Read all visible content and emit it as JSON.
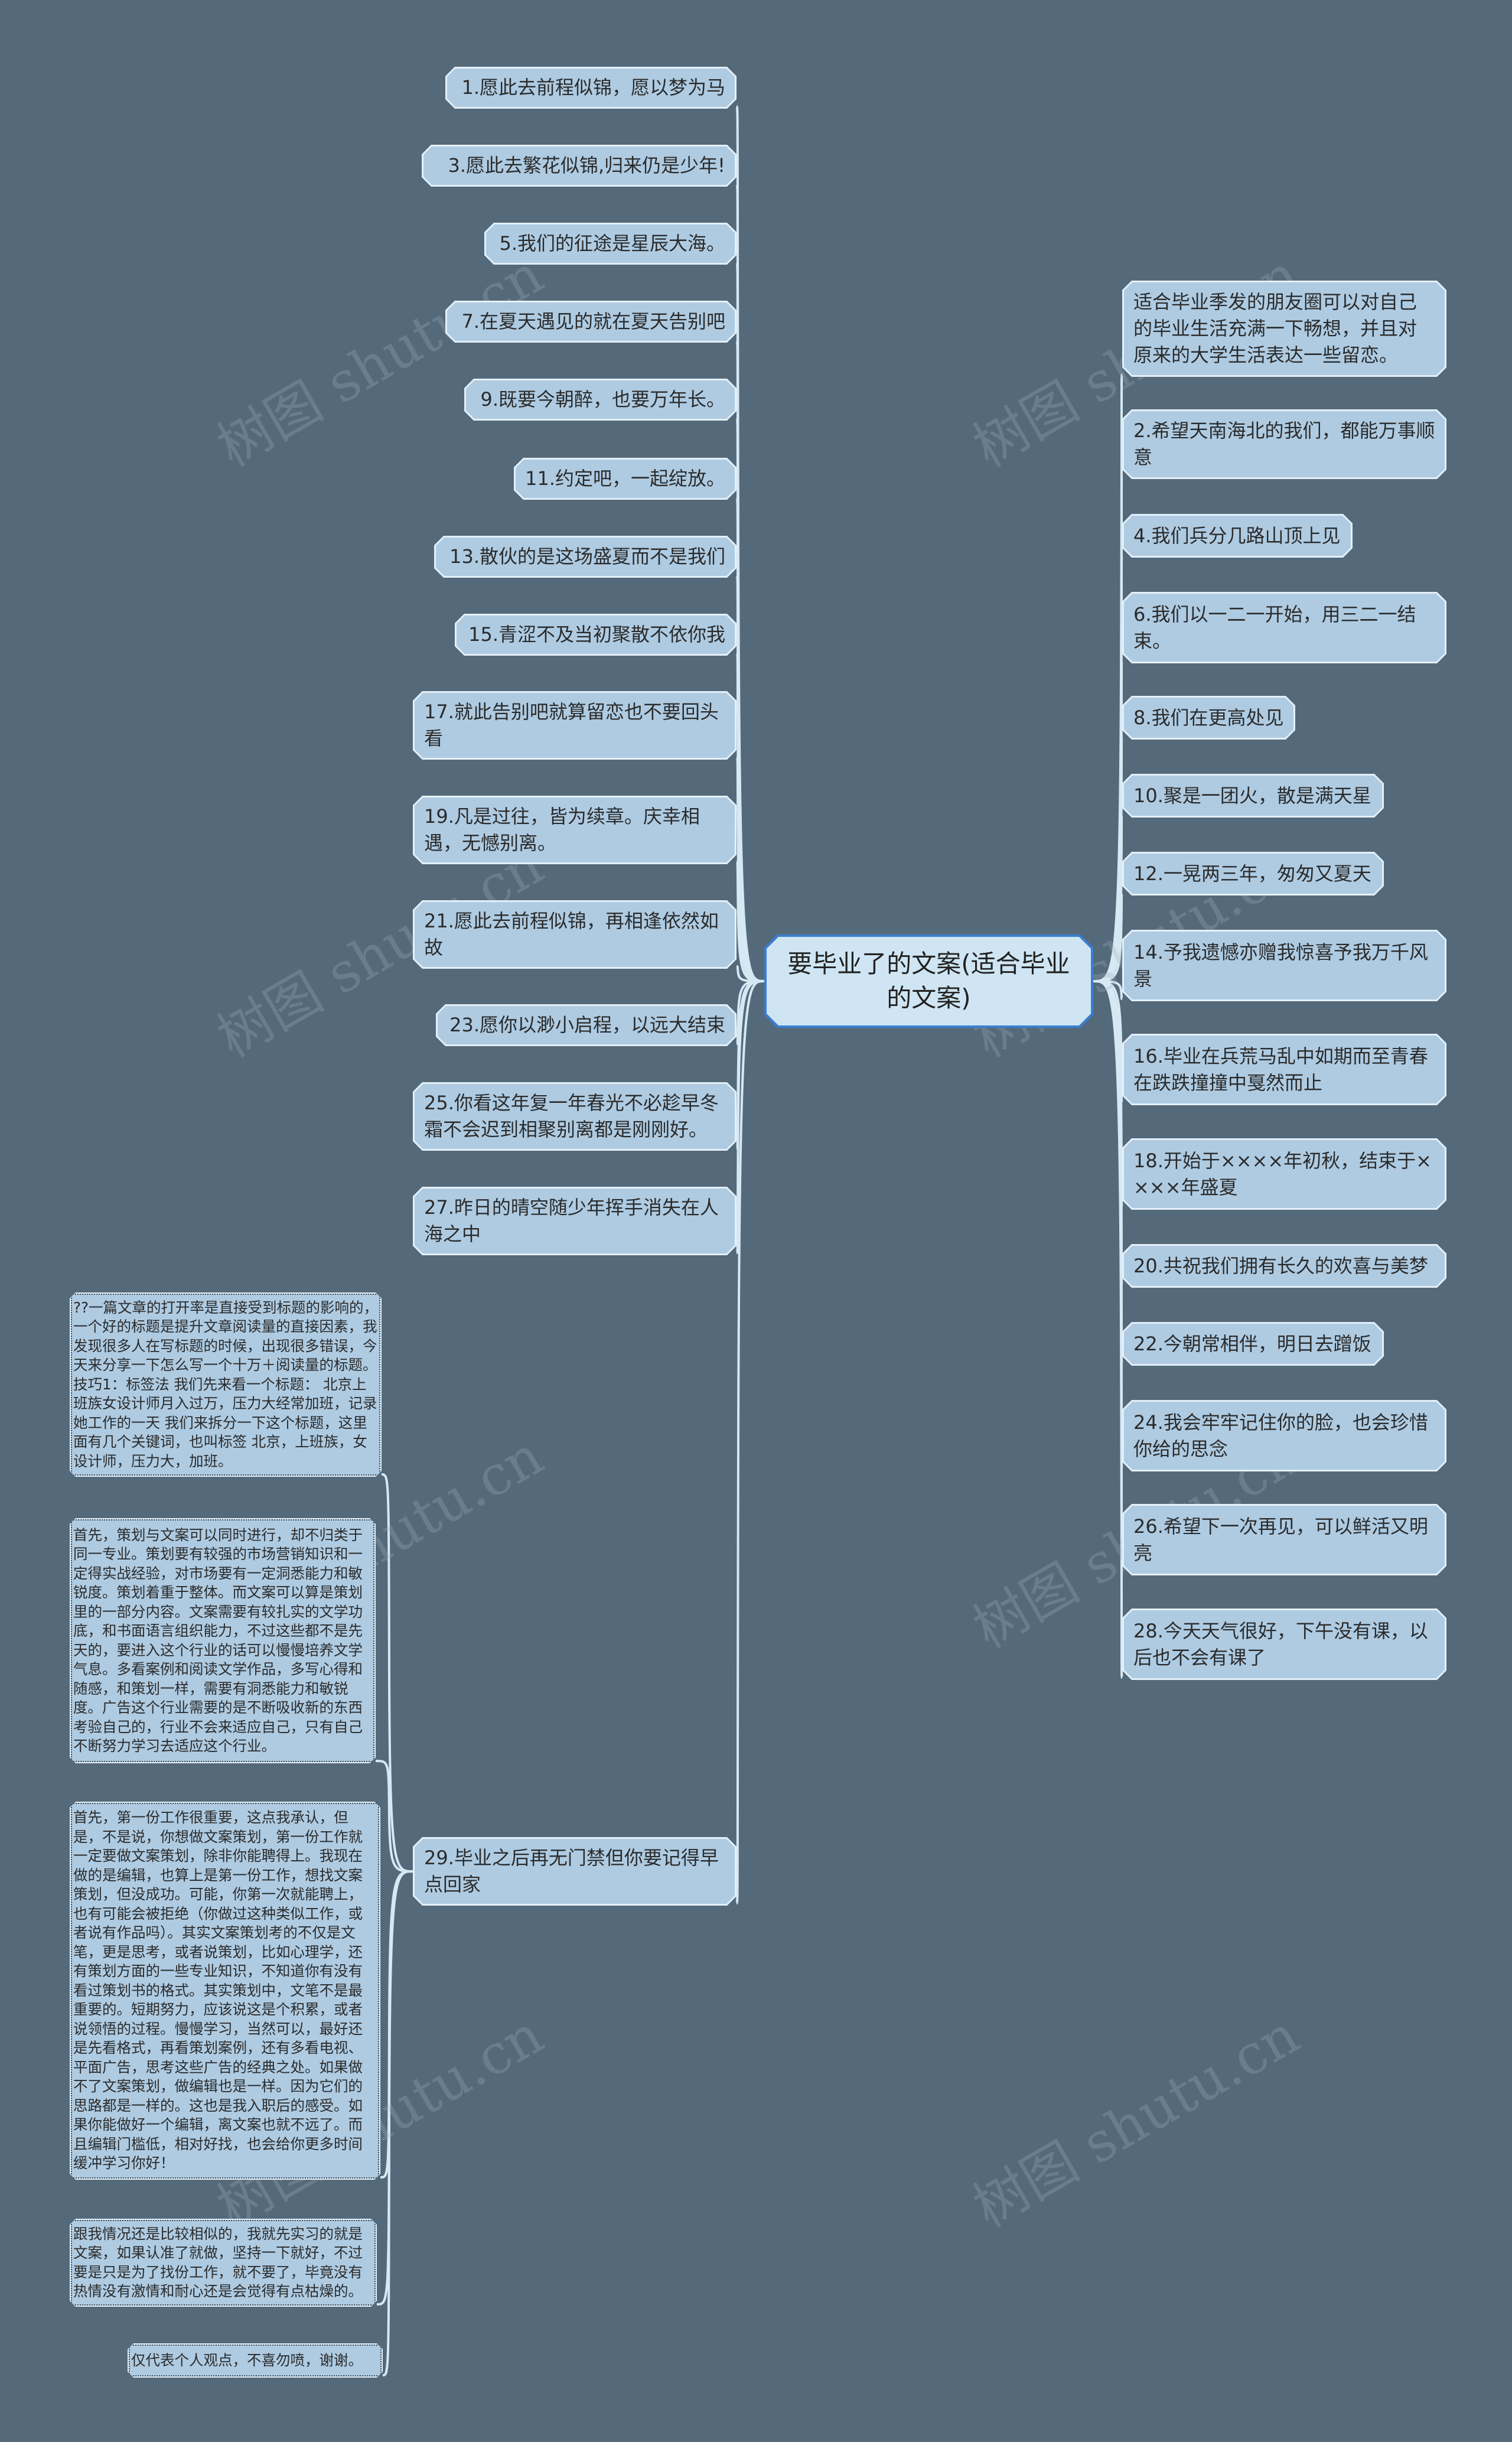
{
  "title": "要毕业了的文案(适合毕业的文案)",
  "colors": {
    "background": "#546a7b",
    "node_fill": "#aecbe2",
    "center_fill": "#cfe5f3",
    "center_border": "#3b7ed0",
    "connector": "#d6e8f4"
  },
  "watermark": "树图 shutu.cn",
  "left_nodes": [
    "1.愿此去前程似锦，愿以梦为马",
    "3.愿此去繁花似锦,归来仍是少年!",
    "5.我们的征途是星辰大海。",
    "7.在夏天遇见的就在夏天告别吧",
    "9.既要今朝醉，也要万年长。",
    "11.约定吧，一起绽放。",
    "13.散伙的是这场盛夏而不是我们",
    "15.青涩不及当初聚散不依你我",
    "17.就此告别吧就算留恋也不要回头看",
    "19.凡是过往，皆为续章。庆幸相遇，无憾别离。",
    "21.愿此去前程似锦，再相逢依然如故",
    "23.愿你以渺小启程，以远大结束",
    "25.你看这年复一年春光不必趁早冬霜不会迟到相聚别离都是刚刚好。",
    "27.昨日的晴空随少年挥手消失在人海之中",
    "29.毕业之后再无门禁但你要记得早点回家"
  ],
  "sub_nodes": [
    "??一篇文章的打开率是直接受到标题的影响的，一个好的标题是提升文章阅读量的直接因素，我发现很多人在写标题的时候，出现很多错误，今天来分享一下怎么写一个十万＋阅读量的标题。技巧1：标签法  我们先来看一个标题：   北京上班族女设计师月入过万，压力大经常加班，记录她工作的一天  我们来拆分一下这个标题，这里面有几个关键词，也叫标签  北京，上班族，女设计师，压力大，加班。",
    "首先，策划与文案可以同时进行，却不归类于同一专业。策划要有较强的市场营销知识和一定得实战经验，对市场要有一定洞悉能力和敏锐度。策划着重于整体。而文案可以算是策划里的一部分内容。文案需要有较扎实的文学功底，和书面语言组织能力，不过这些都不是先天的，要进入这个行业的话可以慢慢培养文学气息。多看案例和阅读文学作品，多写心得和随感，和策划一样，需要有洞悉能力和敏锐度。广告这个行业需要的是不断吸收新的东西考验自己的，行业不会来适应自己，只有自己不断努力学习去适应这个行业。",
    "首先，第一份工作很重要，这点我承认，但是，不是说，你想做文案策划，第一份工作就一定要做文案策划，除非你能聘得上。我现在做的是编辑，也算上是第一份工作，想找文案策划，但没成功。可能，你第一次就能聘上，也有可能会被拒绝（你做过这种类似工作，或者说有作品吗）。其实文案策划考的不仅是文笔，更是思考，或者说策划，比如心理学，还有策划方面的一些专业知识，不知道你有没有看过策划书的格式。其实策划中，文笔不是最重要的。短期努力，应该说这是个积累，或者说领悟的过程。慢慢学习，当然可以，最好还是先看格式，再看策划案例，还有多看电视、平面广告，思考这些广告的经典之处。如果做不了文案策划，做编辑也是一样。因为它们的思路都是一样的。这也是我入职后的感受。如果你能做好一个编辑，离文案也就不远了。而且编辑门槛低，相对好找，也会给你更多时间缓冲学习你好！",
    "跟我情况还是比较相似的，我就先实习的就是文案，如果认准了就做，坚持一下就好，不过要是只是为了找份工作，就不要了，毕竟没有热情没有激情和耐心还是会觉得有点枯燥的。",
    "仅代表个人观点，不喜勿喷，谢谢。"
  ],
  "right_nodes": [
    "适合毕业季发的朋友圈可以对自己的毕业生活充满一下畅想，并且对原来的大学生活表达一些留恋。",
    "2.希望天南海北的我们，都能万事顺意",
    "4.我们兵分几路山顶上见",
    "6.我们以一二一开始，用三二一结束。",
    "8.我们在更高处见",
    "10.聚是一团火，散是满天星",
    "12.一晃两三年，匆匆又夏天",
    "14.予我遗憾亦赠我惊喜予我万千风景",
    "16.毕业在兵荒马乱中如期而至青春在跌跌撞撞中戛然而止",
    "18.开始于××××年初秋，结束于××××年盛夏",
    "20.共祝我们拥有长久的欢喜与美梦",
    "22.今朝常相伴，明日去蹭饭",
    "24.我会牢牢记住你的脸，也会珍惜你给的思念",
    "26.希望下一次再见，可以鲜活又明亮",
    "28.今天天气很好，下午没有课，以后也不会有课了"
  ]
}
